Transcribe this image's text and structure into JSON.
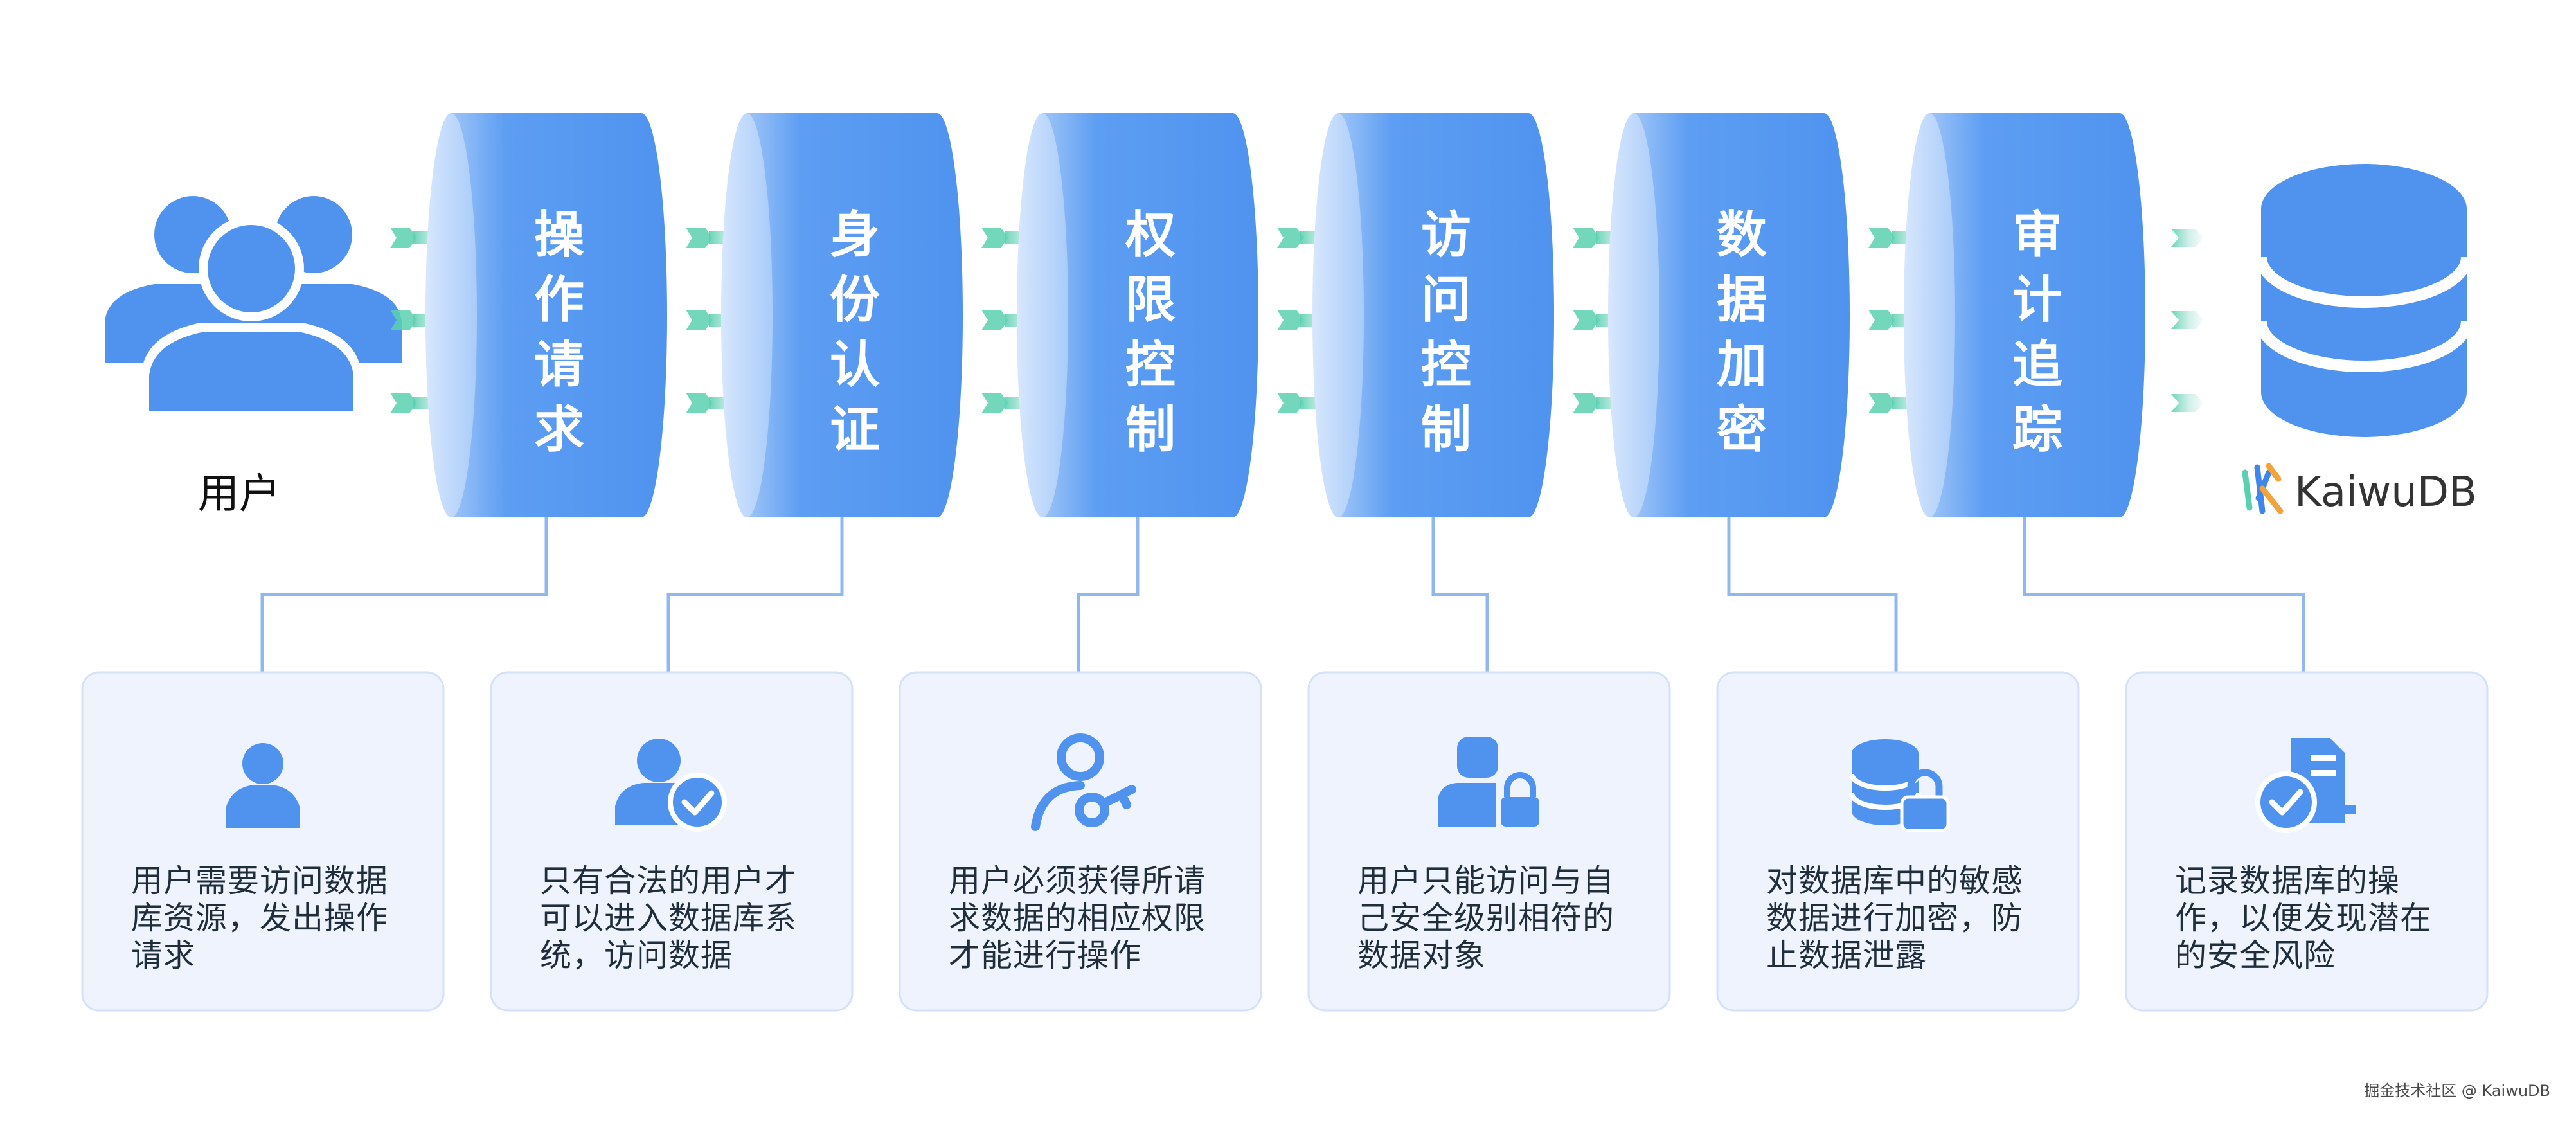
{
  "user_label": "用户",
  "stages": [
    {
      "title": [
        "操",
        "作",
        "请",
        "求"
      ],
      "icon": "user-icon",
      "description": "用户需要访问数据库资源，发出操作请求"
    },
    {
      "title": [
        "身",
        "份",
        "认",
        "证"
      ],
      "icon": "user-check-icon",
      "description": "只有合法的用户才可以进入数据库系统，访问数据"
    },
    {
      "title": [
        "权",
        "限",
        "控",
        "制"
      ],
      "icon": "user-key-icon",
      "description": "用户必须获得所请求数据的相应权限才能进行操作"
    },
    {
      "title": [
        "访",
        "问",
        "控",
        "制"
      ],
      "icon": "user-lock-icon",
      "description": "用户只能访问与自己安全级别相符的数据对象"
    },
    {
      "title": [
        "数",
        "据",
        "加",
        "密"
      ],
      "icon": "database-lock-icon",
      "description": "对数据库中的敏感数据进行加密，防止数据泄露"
    },
    {
      "title": [
        "审",
        "计",
        "追",
        "踪"
      ],
      "icon": "document-check-icon",
      "description": "记录数据库的操作，以便发现潜在的安全风险"
    }
  ],
  "brand": "KaiwuDB",
  "watermark": "掘金技术社区 @ KaiwuDB",
  "colors": {
    "primary": "#5b9cf2",
    "primary_dark": "#3f86ec",
    "card_bg": "#eef3fd",
    "card_border": "#d4e1f6",
    "connector": "#8fb8ee",
    "arrow_teal": "#5ad0b0"
  }
}
